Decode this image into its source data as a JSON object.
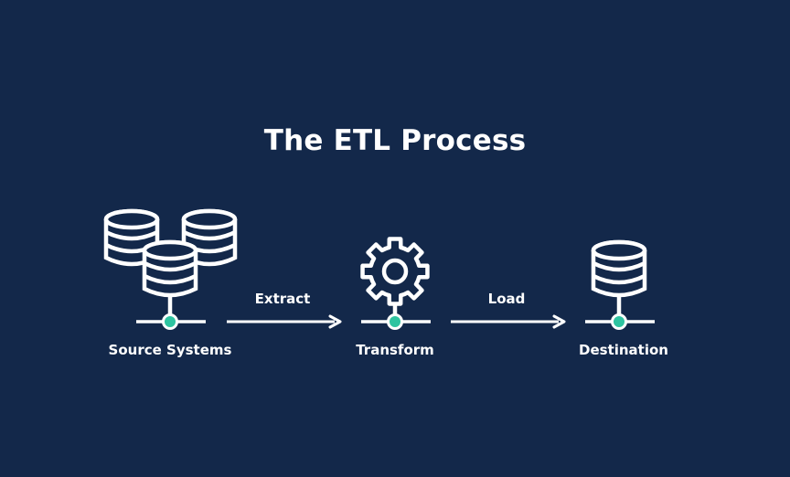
{
  "title": "The ETL Process",
  "nodes": [
    {
      "id": "source",
      "label": "Source Systems",
      "icon": "database-cluster-icon"
    },
    {
      "id": "transform",
      "label": "Transform",
      "icon": "gear-icon"
    },
    {
      "id": "destination",
      "label": "Destination",
      "icon": "database-icon"
    }
  ],
  "edges": [
    {
      "from": "source",
      "to": "transform",
      "label": "Extract"
    },
    {
      "from": "transform",
      "to": "destination",
      "label": "Load"
    }
  ],
  "colors": {
    "background": "#13284a",
    "stroke": "#ffffff",
    "accent": "#2ec4a0"
  }
}
